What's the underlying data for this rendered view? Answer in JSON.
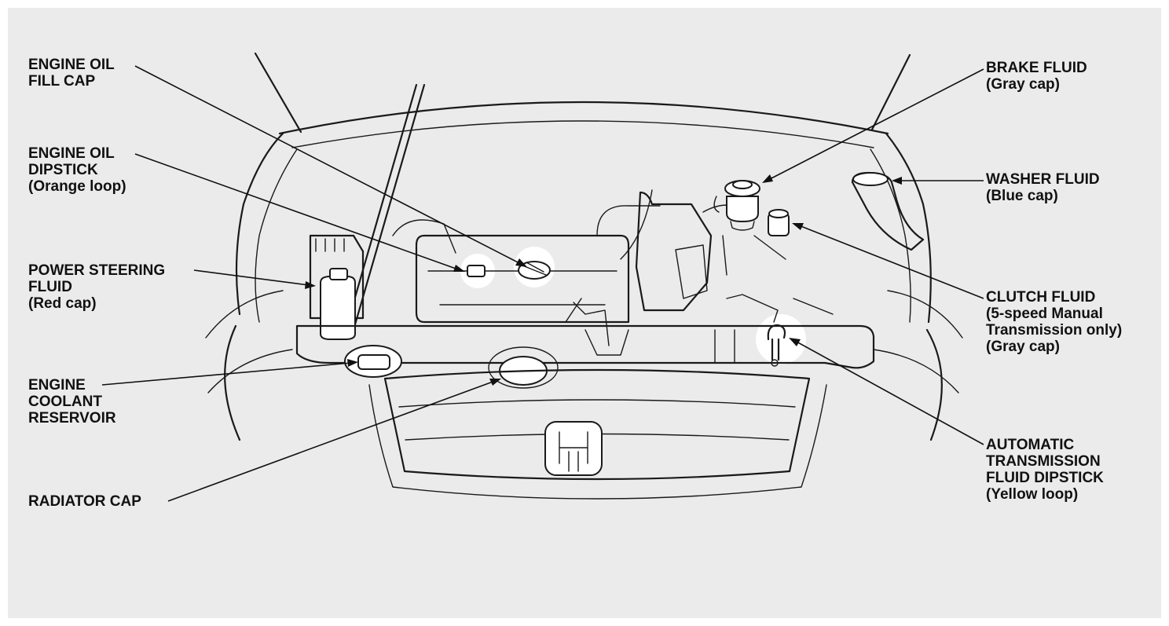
{
  "labels": {
    "engine_oil_fill_cap": [
      "ENGINE OIL",
      "FILL CAP"
    ],
    "engine_oil_dipstick": [
      "ENGINE OIL",
      "DIPSTICK",
      "(Orange loop)"
    ],
    "power_steering_fluid": [
      "POWER STEERING",
      "FLUID",
      "(Red cap)"
    ],
    "engine_coolant_reservoir": [
      "ENGINE",
      "COOLANT",
      "RESERVOIR"
    ],
    "radiator_cap": [
      "RADIATOR CAP"
    ],
    "brake_fluid": [
      "BRAKE FLUID",
      "(Gray cap)"
    ],
    "washer_fluid": [
      "WASHER FLUID",
      "(Blue cap)"
    ],
    "clutch_fluid": [
      "CLUTCH FLUID",
      "(5-speed Manual",
      "Transmission only)",
      "(Gray cap)"
    ],
    "automatic_transmission_fluid_dipstick": [
      "AUTOMATIC",
      "TRANSMISSION",
      "FLUID DIPSTICK",
      "(Yellow loop)"
    ]
  }
}
